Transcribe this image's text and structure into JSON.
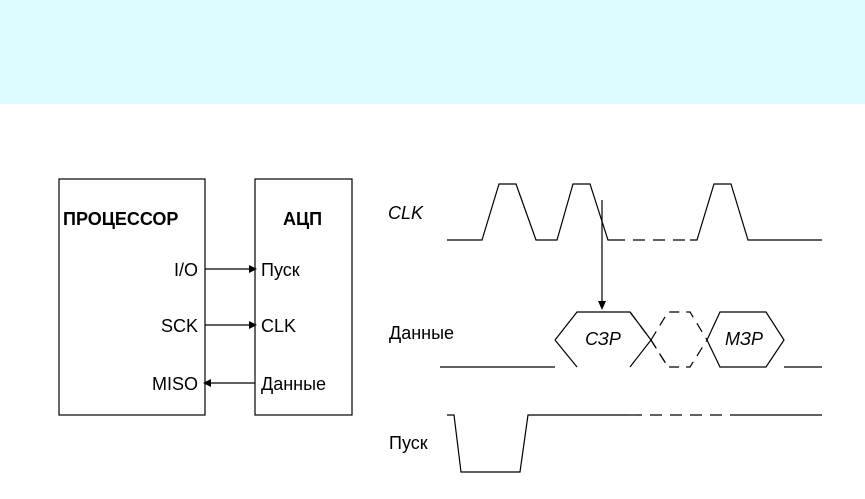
{
  "banner": {
    "color": "#dcfdff"
  },
  "block_diagram": {
    "processor": {
      "title": "ПРОЦЕССОР",
      "pins": [
        "I/O",
        "SCK",
        "MISO"
      ]
    },
    "adc": {
      "title": "АЦП",
      "pins": [
        "Пуск",
        "CLK",
        "Данные"
      ]
    }
  },
  "timing_diagram": {
    "signals": [
      "CLK",
      "Данные",
      "Пуск"
    ],
    "data_fields": [
      "СЗР",
      "МЗР"
    ]
  }
}
